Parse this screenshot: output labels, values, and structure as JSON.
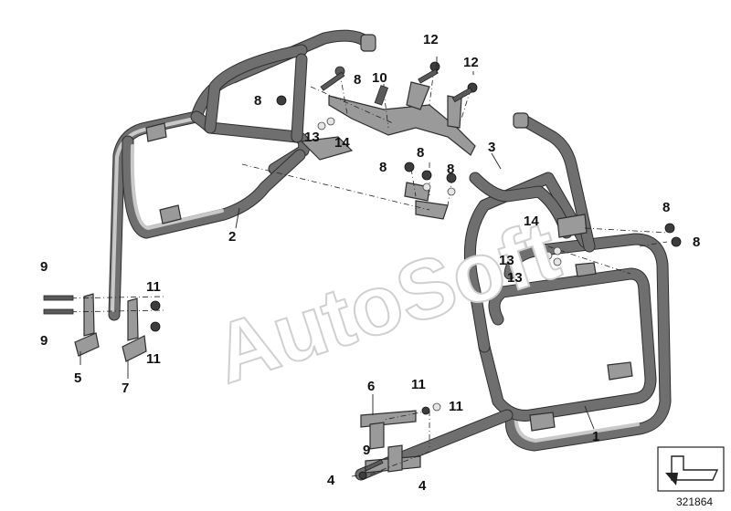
{
  "watermark": "AutoSoft",
  "reference_number": "321864",
  "callouts": {
    "c1": "1",
    "c2": "2",
    "c3": "3",
    "c4a": "4",
    "c4b": "4",
    "c5": "5",
    "c6": "6",
    "c7": "7",
    "c8a": "8",
    "c8b": "8",
    "c8c": "8",
    "c8d": "8",
    "c8e": "8",
    "c8f": "8",
    "c8g": "8",
    "c9a": "9",
    "c9b": "9",
    "c9c": "9",
    "c10": "10",
    "c11a": "11",
    "c11b": "11",
    "c11c": "11",
    "c11d": "11",
    "c12a": "12",
    "c12b": "12",
    "c13a": "13",
    "c13b": "13",
    "c13c": "13",
    "c14a": "14",
    "c14b": "14"
  },
  "icons": {
    "corner": "direction-arrow-icon"
  }
}
